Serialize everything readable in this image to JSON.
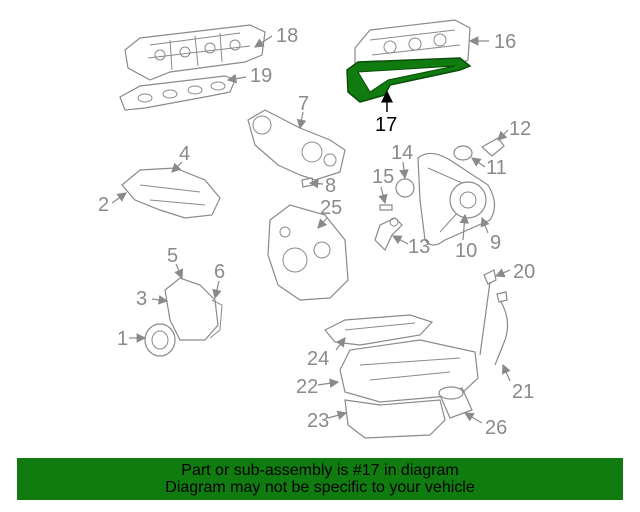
{
  "diagram": {
    "highlight_color": "#107c10",
    "highlighted_part": "17",
    "callouts": {
      "c1": "1",
      "c2": "2",
      "c3": "3",
      "c4": "4",
      "c5": "5",
      "c6": "6",
      "c7": "7",
      "c8": "8",
      "c9": "9",
      "c10": "10",
      "c11": "11",
      "c12": "12",
      "c13": "13",
      "c14": "14",
      "c15": "15",
      "c16": "16",
      "c17": "17",
      "c18": "18",
      "c19": "19",
      "c20": "20",
      "c21": "21",
      "c22": "22",
      "c23": "23",
      "c24": "24",
      "c25": "25",
      "c26": "26"
    }
  },
  "banner": {
    "line1": "Part or sub-assembly is #17 in diagram",
    "line2": "Diagram may not be specific to your vehicle",
    "background": "#107c10"
  }
}
